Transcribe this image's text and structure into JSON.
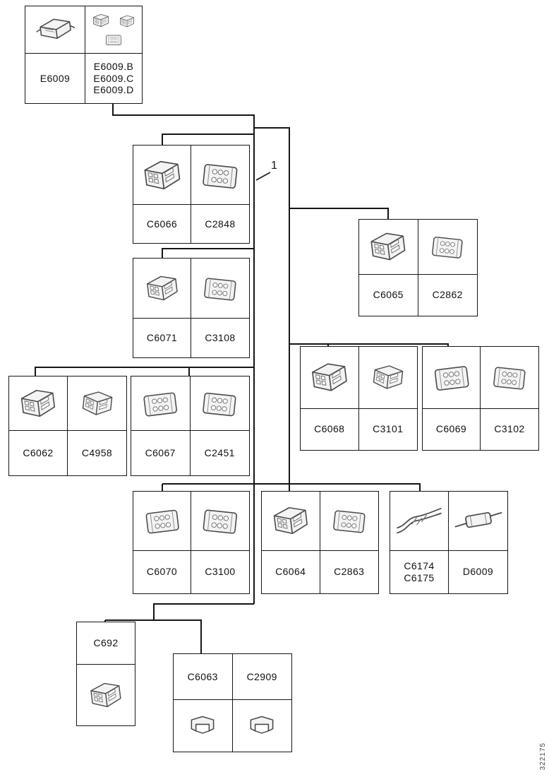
{
  "callout": {
    "label": "1"
  },
  "sheet_code": "322175",
  "groups": {
    "e6009": {
      "primary": "E6009",
      "variants": "E6009.B\nE6009.C\nE6009.D"
    },
    "c6066_c2848": {
      "left": "C6066",
      "right": "C2848"
    },
    "c6071_c3108": {
      "left": "C6071",
      "right": "C3108"
    },
    "c6062_c4958": {
      "left": "C6062",
      "right": "C4958"
    },
    "c6067_c2451": {
      "left": "C6067",
      "right": "C2451"
    },
    "c6065_c2862": {
      "left": "C6065",
      "right": "C2862"
    },
    "c6068_c3101": {
      "left": "C6068",
      "right": "C3101"
    },
    "c6069_c3102": {
      "left": "C6069",
      "right": "C3102"
    },
    "c6070_c3100": {
      "left": "C6070",
      "right": "C3100"
    },
    "c6064_c2863": {
      "left": "C6064",
      "right": "C2863"
    },
    "c6174_d6009": {
      "left": "C6174\nC6175",
      "right": "D6009"
    },
    "c692": {
      "label": "C692"
    },
    "c6063_c2909": {
      "left": "C6063",
      "right": "C2909"
    }
  },
  "icons": {
    "module": "ecu-module-icon",
    "pins": "pin-connector-icon",
    "plug": "socket-connector-icon",
    "splice": "wire-splice-icon",
    "inline": "inline-component-icon",
    "clip": "clip-connector-icon"
  },
  "line_color": "#151515"
}
